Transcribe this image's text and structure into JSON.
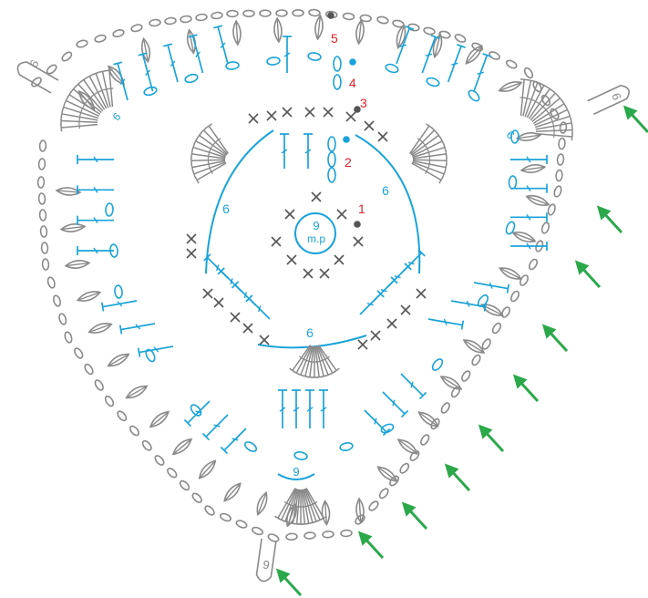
{
  "colors": {
    "grey": "#8a8a8a",
    "dark_grey": "#555555",
    "blue": "#1aa3d9",
    "red": "#e2232a",
    "green": "#2ba84a"
  },
  "center_ring": {
    "count": "9",
    "label": "m.p"
  },
  "round_numbers": [
    "1",
    "2",
    "3",
    "4",
    "5"
  ],
  "chain_counts": {
    "top_left": "6",
    "top_right": "6",
    "bottom": "6",
    "bottom_outer": "9"
  },
  "corner_loops": {
    "left": "6",
    "right": "6",
    "bottom": "9"
  },
  "blue_corner_marks": {
    "left": "6",
    "right": "6"
  },
  "icons": {
    "arrow": "green-arrow-icon",
    "slip_stitch": "dot-icon",
    "chain": "oval-chain-icon",
    "single_crochet": "x-stitch-icon",
    "double_crochet": "t-stitch-icon",
    "picot_leaf": "leaf-icon"
  }
}
